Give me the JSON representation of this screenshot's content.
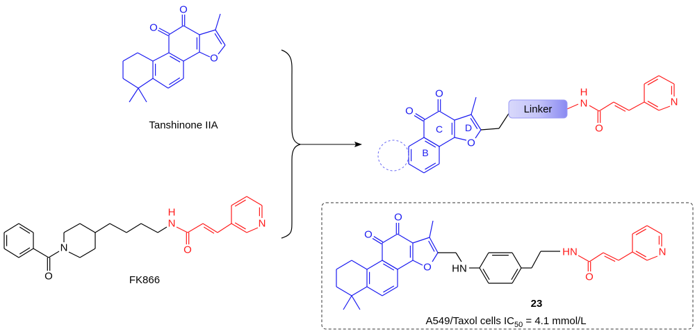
{
  "colors": {
    "scaffold": "#1a1af0",
    "pharmacophore": "#ff1a1a",
    "linker_box": "#9a9af5"
  },
  "tanshinone": {
    "name": "Tanshinone IIA",
    "atoms": {
      "o1": "O",
      "o2": "O",
      "o3": "O"
    }
  },
  "fk866": {
    "name": "FK866",
    "atoms": {
      "o_benzoyl": "O",
      "n_pip": "N",
      "n_amide": "N",
      "h_amide": "H",
      "o_amide": "O",
      "n_pyr": "N"
    }
  },
  "design": {
    "linker_label": "Linker",
    "ring_labels": {
      "b": "B",
      "c": "C",
      "d": "D"
    },
    "atoms": {
      "o1": "O",
      "o2": "O",
      "o_furan": "O",
      "n_amide": "N",
      "h_amide": "H",
      "o_amide": "O",
      "n_pyr": "N"
    }
  },
  "compound23": {
    "id": "23",
    "activity_prefix": "A549/Taxol cells IC",
    "activity_sub": "50",
    "activity_suffix": " = 4.1 mmol/L",
    "atoms": {
      "o1": "O",
      "o2": "O",
      "o_furan": "O",
      "hn_aniline": "HN",
      "hn_amide": "HN",
      "o_amide": "O",
      "n_pyr": "N"
    }
  }
}
